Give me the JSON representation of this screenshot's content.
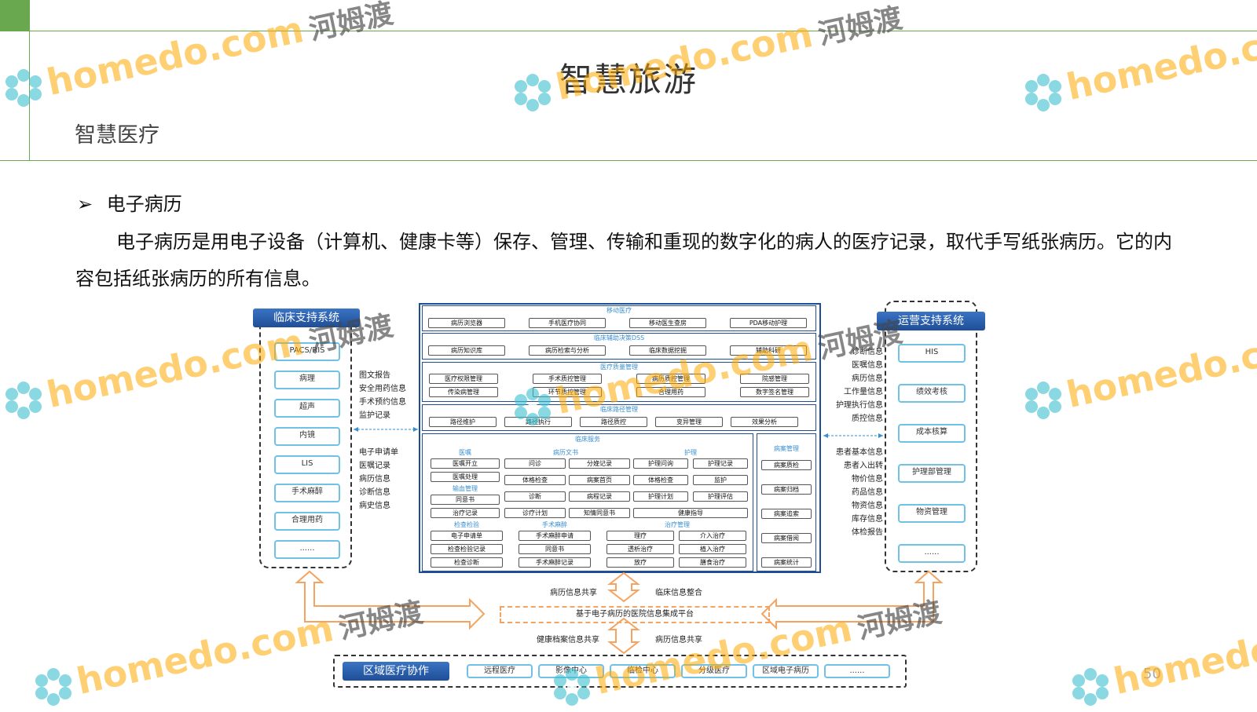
{
  "page": {
    "title": "智慧旅游",
    "subtitle": "智慧医疗",
    "bullet_marker": "➢",
    "bullet_heading": "电子病历",
    "paragraph": "电子病历是用电子设备（计算机、健康卡等）保存、管理、传输和重现的数字化的病人的医疗记录，取代手写纸张病历。它的内容包括纸张病历的所有信息。",
    "page_number": "50"
  },
  "watermark": {
    "text": "homedo.com",
    "cn": "河姆渡"
  },
  "diagram": {
    "left_system": {
      "title": "临床支持系统",
      "items": [
        "PACS/RIS",
        "病理",
        "超声",
        "内镜",
        "LIS",
        "手术麻醉",
        "合理用药",
        "......"
      ]
    },
    "left_labels_top": [
      "图文报告",
      "安全用药信息",
      "手术预约信息",
      "监护记录"
    ],
    "left_labels_bottom": [
      "电子申请单",
      "医嘱记录",
      "病历信息",
      "诊断信息",
      "病史信息"
    ],
    "right_system": {
      "title": "运营支持系统",
      "items": [
        "HIS",
        "绩效考核",
        "成本核算",
        "护理部管理",
        "物资管理",
        "......"
      ]
    },
    "right_labels_top": [
      "诊断信息",
      "医嘱信息",
      "病历信息",
      "工作量信息",
      "护理执行信息",
      "质控信息"
    ],
    "right_labels_bottom": [
      "患者基本信息",
      "患者入出转",
      "物价信息",
      "药品信息",
      "物资信息",
      "库存信息",
      "体检报告"
    ],
    "center": {
      "mobile": {
        "title": "移动医疗",
        "items": [
          "病历浏览器",
          "手机医疗协同",
          "移动医生查房",
          "PDA移动护理"
        ]
      },
      "dss": {
        "title": "临床辅助决策DSS",
        "items": [
          "病历知识库",
          "病历检索与分析",
          "临床数据挖掘",
          "辅助科研"
        ]
      },
      "quality": {
        "title": "医疗质量管理",
        "row1": [
          "医疗权限管理",
          "手术质控管理",
          "病历质控管理",
          "院感管理"
        ],
        "row2": [
          "传染病管理",
          "环节质控管理",
          "合理用药",
          "数字签名管理"
        ]
      },
      "pathway": {
        "title": "临床路径管理",
        "items": [
          "路径维护",
          "路径执行",
          "路径质控",
          "变异管理",
          "效果分析"
        ]
      },
      "service": {
        "title": "临床服务",
        "orders": {
          "title": "医嘱",
          "items": [
            "医嘱开立",
            "医嘱处理"
          ]
        },
        "records": {
          "title": "病历文书",
          "items": [
            "问诊",
            "分娩记录",
            "体格检查",
            "病案首页",
            "诊断",
            "病程记录",
            "诊疗计划",
            "知情同意书"
          ]
        },
        "nursing": {
          "title": "护理",
          "items": [
            "护理问询",
            "护理记录",
            "体格检查",
            "监护",
            "护理计划",
            "护理评估",
            "健康指导"
          ]
        },
        "blood": {
          "title": "输血管理",
          "items": [
            "同意书",
            "治疗记录"
          ]
        },
        "exam": {
          "title": "检查检验",
          "items": [
            "电子申请单",
            "检查检验记录",
            "检查诊断"
          ]
        },
        "surgery": {
          "title": "手术麻醉",
          "items": [
            "手术麻醉申请",
            "同意书",
            "手术麻醉记录"
          ]
        },
        "treatment": {
          "title": "治疗管理",
          "items": [
            "理疗",
            "介入治疗",
            "透析治疗",
            "植入治疗",
            "放疗",
            "膳食治疗"
          ]
        }
      },
      "case_mgmt": {
        "title": "病案管理",
        "items": [
          "病案质检",
          "病案归档",
          "病案追索",
          "病案借阅",
          "病案统计"
        ]
      }
    },
    "arrows": {
      "left_share": "病历信息共享",
      "right_share": "临床信息整合",
      "platform": "基于电子病历的医院信息集成平台",
      "bottom_left": "健康档案信息共享",
      "bottom_right": "病历信息共享"
    },
    "region": {
      "title": "区域医疗协作",
      "items": [
        "远程医疗",
        "影像中心",
        "临检中心",
        "分级医疗",
        "区域电子病历",
        "......"
      ]
    }
  },
  "colors": {
    "accent_green": "#6aa84f",
    "header_blue": "#1f4e96",
    "pill_border": "#6fc2e6",
    "arrow_orange": "#f4a460"
  }
}
